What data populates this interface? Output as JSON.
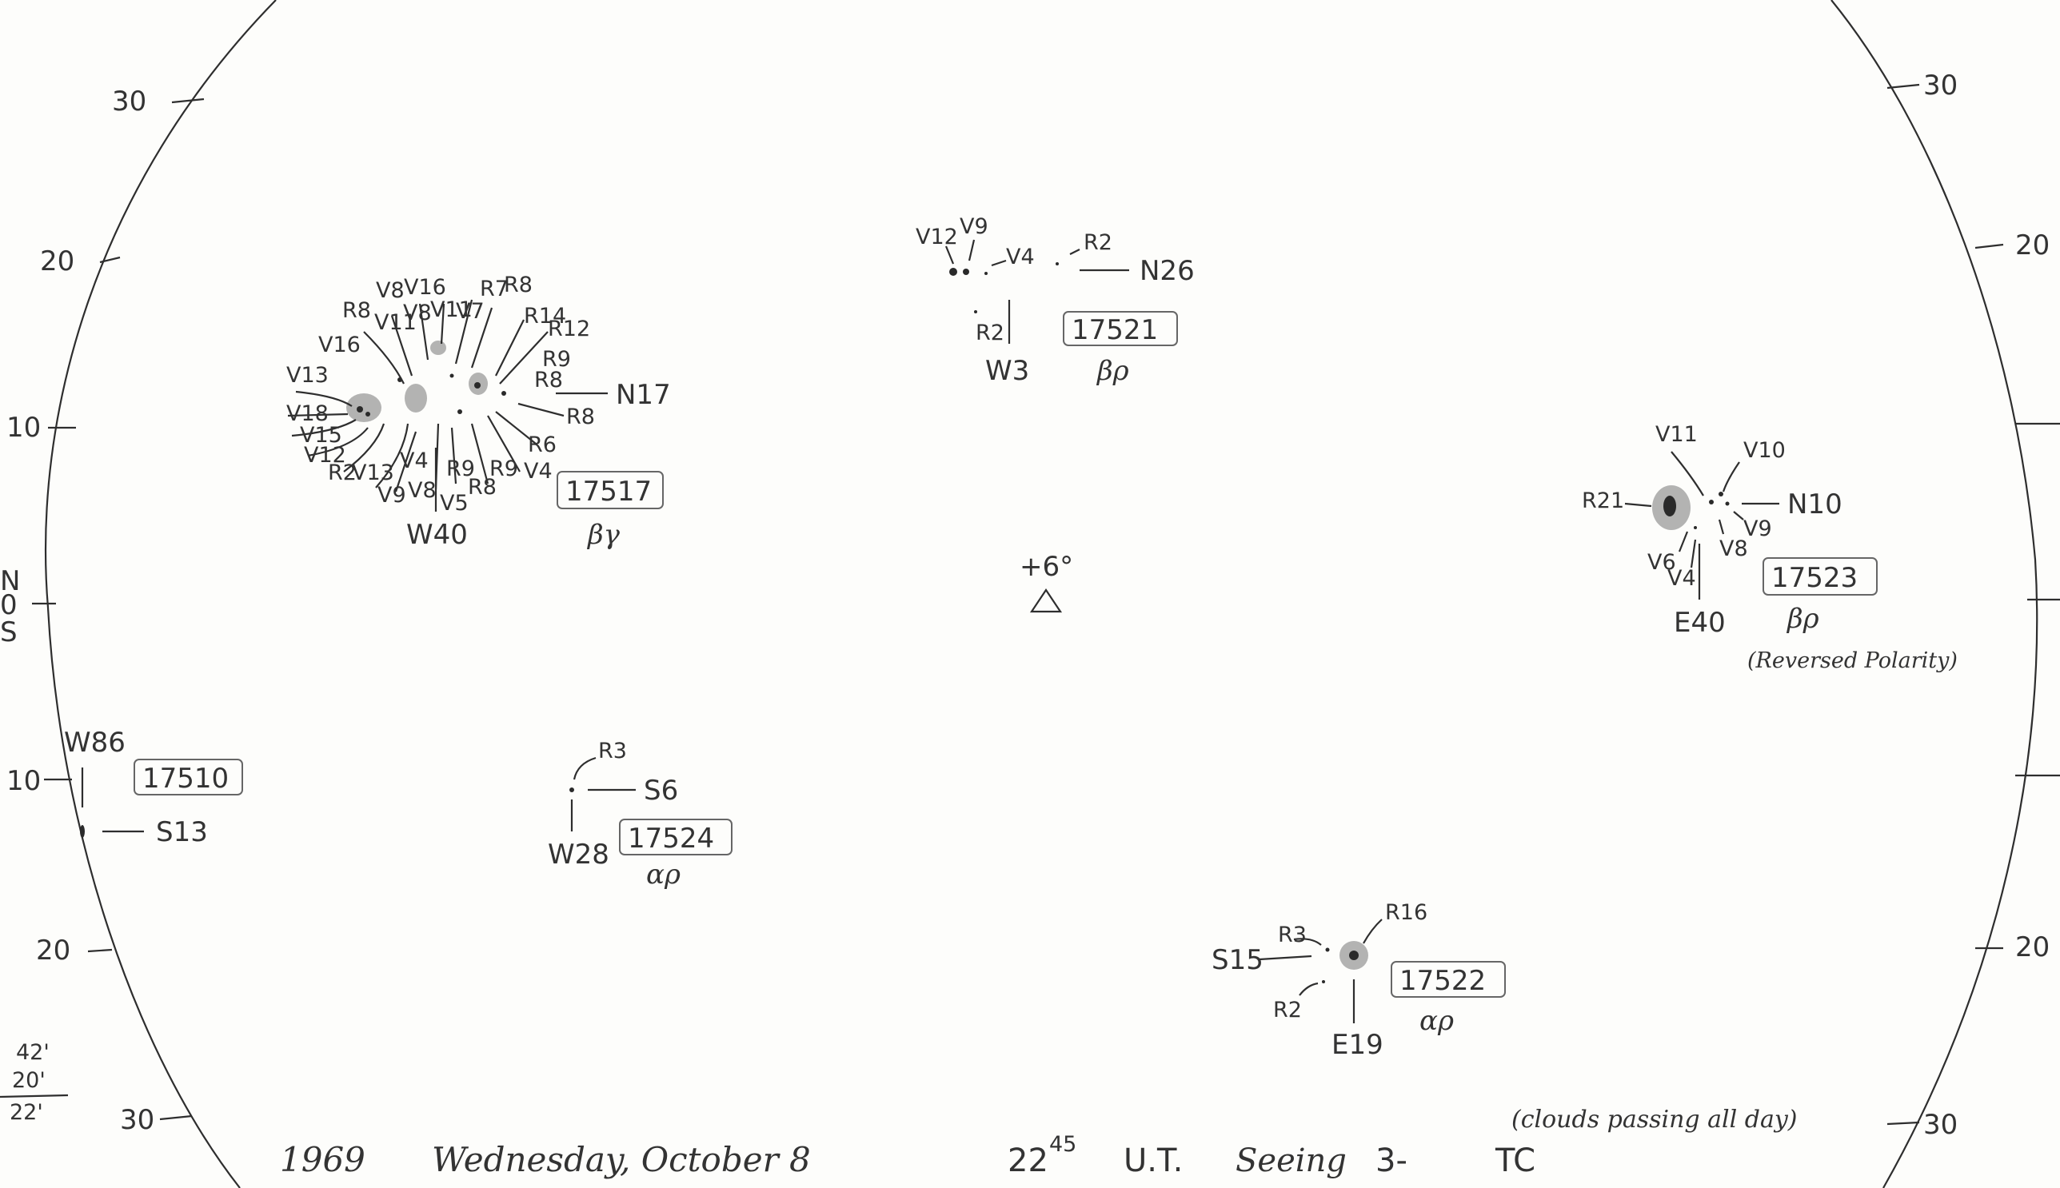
{
  "ticks": {
    "left": [
      "30",
      "20",
      "10",
      "0",
      "10",
      "20",
      "30"
    ],
    "right": [
      "30",
      "20",
      "20",
      "30"
    ],
    "limb_labels": [
      "N",
      "S"
    ]
  },
  "center_mark": "+6°",
  "regions": [
    {
      "number": "17517",
      "class": "βγ",
      "position": [
        "N17",
        "W40"
      ],
      "spot_labels": [
        "R8",
        "V8",
        "V16",
        "R7",
        "R8",
        "V11",
        "V8",
        "V11",
        "V7",
        "R14",
        "R12",
        "V16",
        "R9",
        "R8",
        "V13",
        "V18",
        "R8",
        "V15",
        "R6",
        "V12",
        "R2",
        "V13",
        "V4",
        "R9",
        "R9",
        "V4",
        "V9",
        "V8",
        "V5",
        "R8"
      ]
    },
    {
      "number": "17521",
      "class": "βρ",
      "position": [
        "N26",
        "W3"
      ],
      "spot_labels": [
        "V12",
        "V9",
        "V4",
        "R2",
        "R2"
      ]
    },
    {
      "number": "17523",
      "class": "βρ",
      "note": "(Reversed Polarity)",
      "position": [
        "N10",
        "E40"
      ],
      "spot_labels": [
        "V11",
        "V10",
        "R21",
        "V9",
        "V8",
        "V6",
        "V4"
      ]
    },
    {
      "number": "17510",
      "class": "",
      "position": [
        "W86",
        "S13"
      ],
      "spot_labels": []
    },
    {
      "number": "17524",
      "class": "αρ",
      "position": [
        "S6",
        "W28"
      ],
      "spot_labels": [
        "R3"
      ]
    },
    {
      "number": "17522",
      "class": "αρ",
      "position": [
        "S15",
        "E19"
      ],
      "spot_labels": [
        "R3",
        "R16",
        "R2"
      ]
    }
  ],
  "margin_notes": [
    "42'",
    "20'",
    "22'"
  ],
  "footer": {
    "year": "1969",
    "date": "Wednesday, October 8",
    "time_hours": "22",
    "time_minutes": "45",
    "time_label": "U.T.",
    "seeing_label": "Seeing",
    "seeing_value": "3-",
    "observer": "TC",
    "weather_note": "(clouds passing all day)"
  }
}
